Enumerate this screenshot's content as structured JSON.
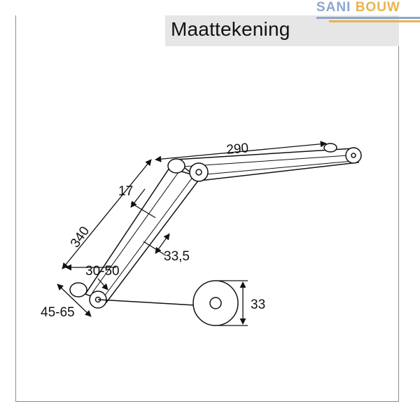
{
  "title": "Maattekening",
  "logo": {
    "part1": "SANI",
    "part2": "BOUW"
  },
  "dimensions": {
    "top_arm_length": "290",
    "lower_arm_length": "340",
    "arm_width": "17",
    "arm_offset": "33,5",
    "mount_range_a": "30-50",
    "mount_range_b": "45-65",
    "rosette_diameter": "33"
  },
  "colors": {
    "logo_blue": "#8ca6cf",
    "logo_gold": "#e9b44f",
    "line": "#111111"
  }
}
